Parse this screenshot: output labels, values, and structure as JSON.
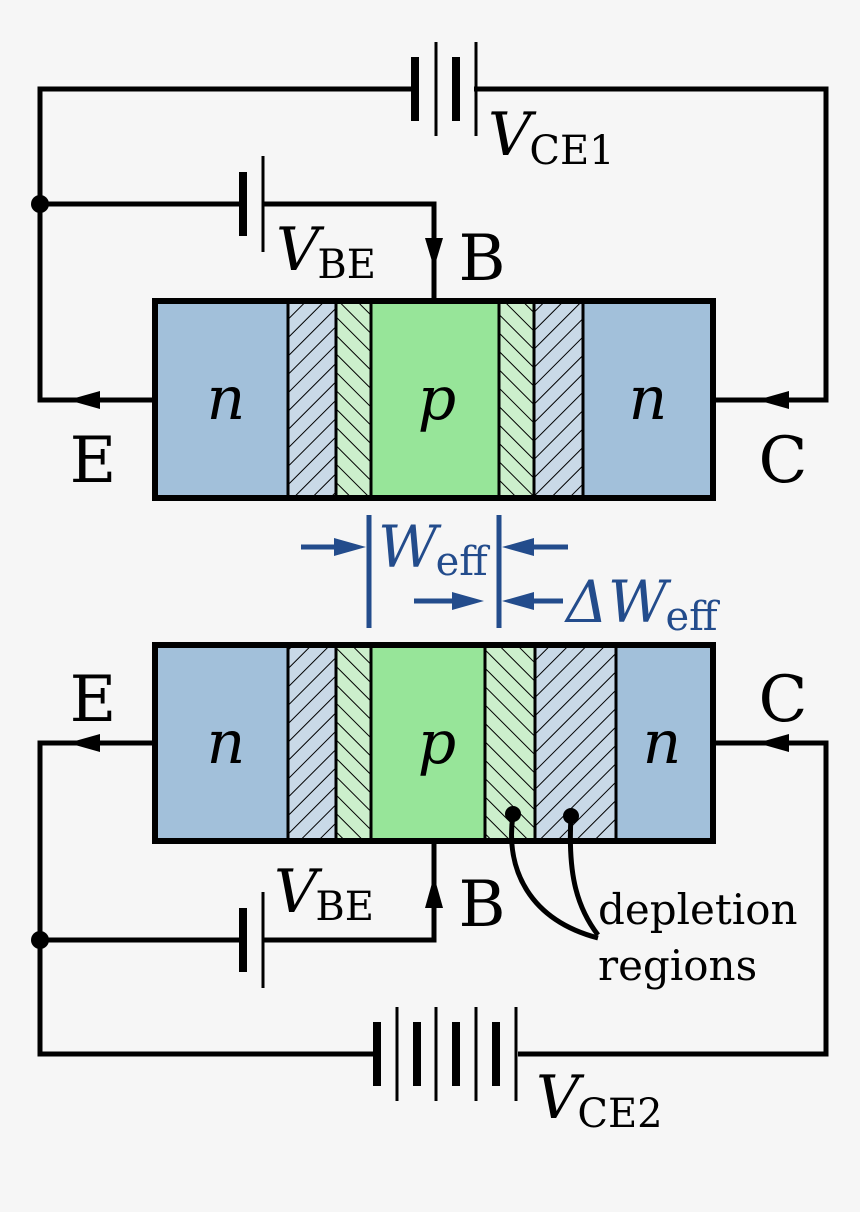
{
  "colors": {
    "background": "#f6f6f6",
    "n_region": "#a2c0da",
    "p_region": "#97e599",
    "depletion_n": "#c9d9e7",
    "depletion_p": "#ccefcc",
    "wire": "#000000",
    "dimension": "#234c8c"
  },
  "top": {
    "left_region": "n",
    "middle_region": "p",
    "right_region": "n",
    "emitter": "E",
    "base": "B",
    "collector": "C",
    "vbe": {
      "sym": "V",
      "sub": "BE"
    },
    "vce": {
      "sym": "V",
      "sub": "CE1"
    }
  },
  "bottom": {
    "left_region": "n",
    "middle_region": "p",
    "right_region": "n",
    "emitter": "E",
    "base": "B",
    "collector": "C",
    "vbe": {
      "sym": "V",
      "sub": "BE"
    },
    "vce": {
      "sym": "V",
      "sub": "CE2"
    }
  },
  "dimensions": {
    "weff": {
      "sym": "W",
      "sub": "eff"
    },
    "dweff": {
      "sym": "ΔW",
      "sub": "eff"
    }
  },
  "annotation": {
    "line1": "depletion",
    "line2": "regions"
  }
}
